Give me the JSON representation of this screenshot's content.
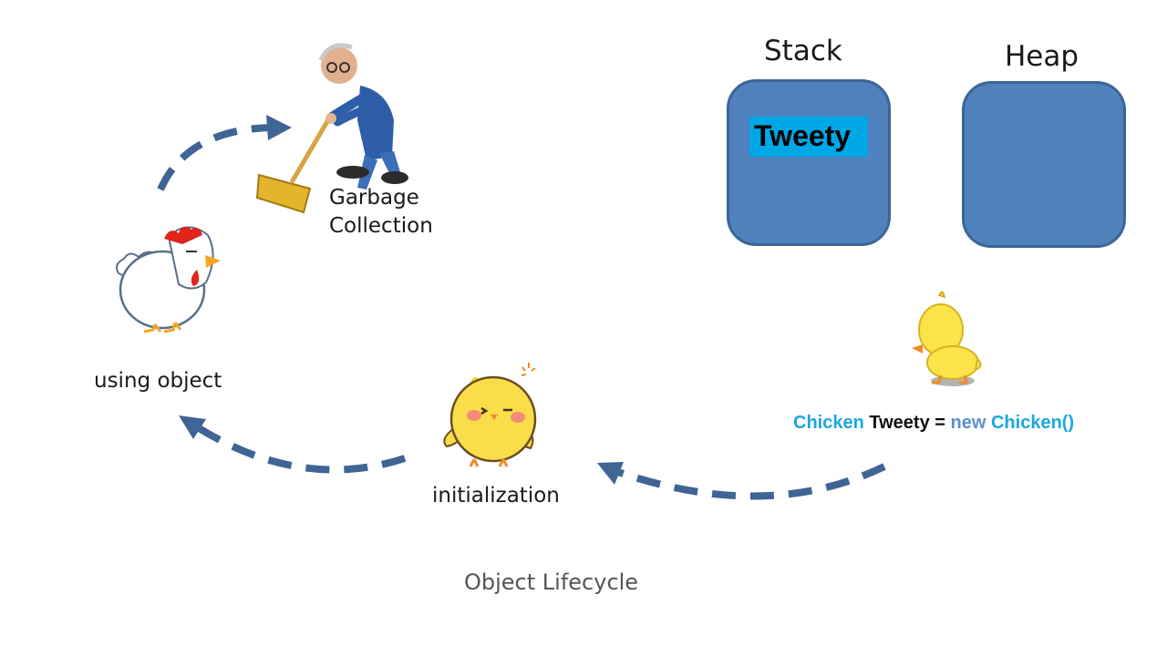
{
  "stack": {
    "title": "Stack",
    "variable": "Tweety"
  },
  "heap": {
    "title": "Heap"
  },
  "garbage_collection": {
    "line1": "Garbage",
    "line2": "Collection"
  },
  "using_object": {
    "label": "using object"
  },
  "initialization": {
    "label": "initialization"
  },
  "code": {
    "type_keyword": "Chicken",
    "variable": "Tweety",
    "equals": "=",
    "new_keyword": "new",
    "constructor": "Chicken()"
  },
  "footer": {
    "title": "Object Lifecycle"
  },
  "colors": {
    "box_fill": "#4f81bd",
    "highlight": "#00a7e6",
    "arrow": "#3e6593",
    "code_blue": "#1aa7e0",
    "code_new": "#5b8fd0"
  },
  "icons": [
    "garbage-collector-icon",
    "chicken-icon",
    "chick-icon",
    "duckling-icon"
  ]
}
